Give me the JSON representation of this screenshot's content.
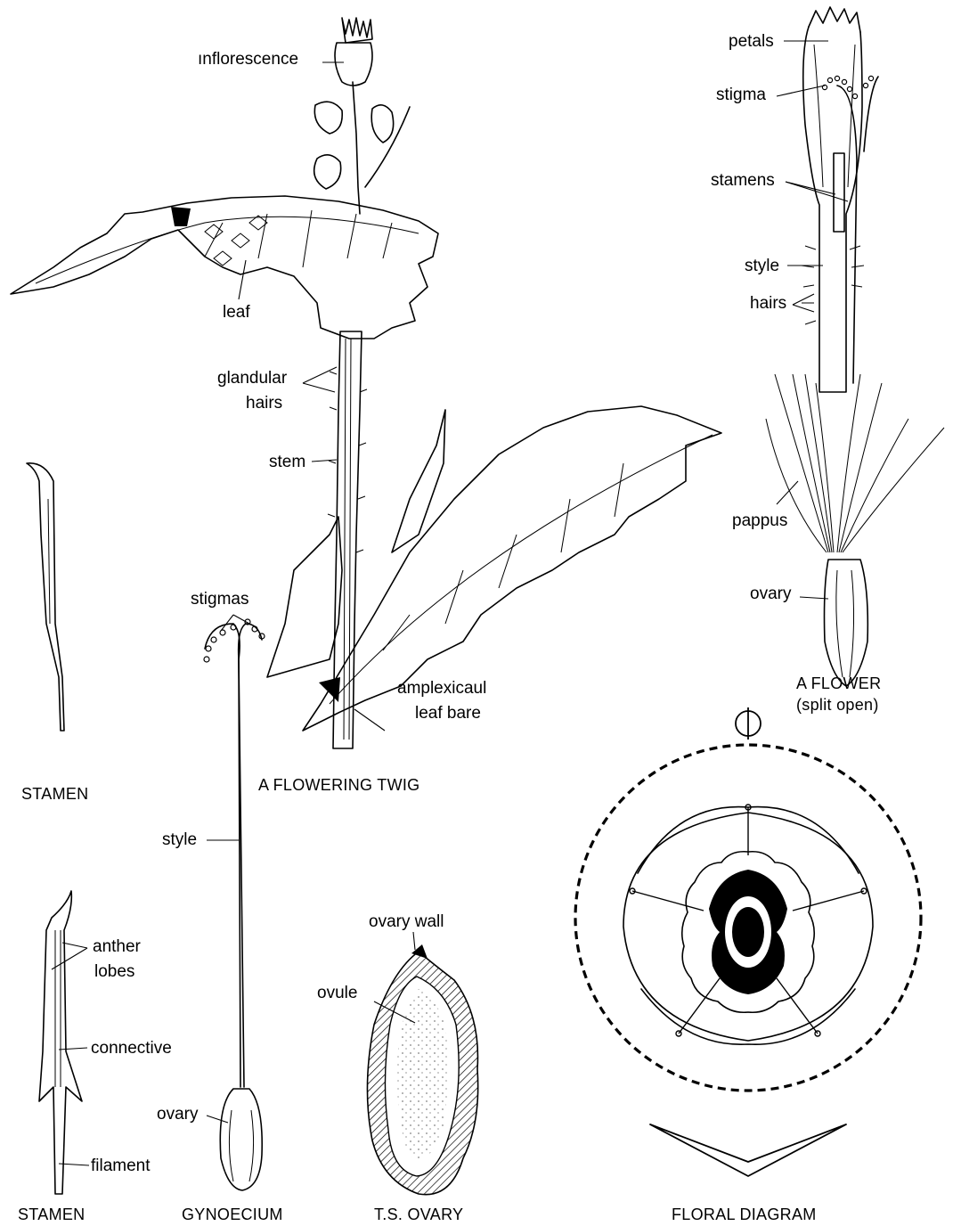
{
  "labels": {
    "inflorescence": "ınflorescence",
    "leaf": "leaf",
    "glandular": "glandular",
    "hairs_twig": "hairs",
    "stem": "stem",
    "amplexicaul": "amplexicaul",
    "leaf_bare": "leaf bare",
    "stigmas": "stigmas",
    "style_gyn": "style",
    "ovary_gyn": "ovary",
    "anther": "anther",
    "lobes": "lobes",
    "connective": "connective",
    "filament": "filament",
    "ovary_wall": "ovary wall",
    "ovule": "ovule",
    "petals": "petals",
    "stigma": "stigma",
    "stamens": "stamens",
    "style_flower": "style",
    "hairs_flower": "hairs",
    "pappus": "pappus",
    "ovary_flower": "ovary"
  },
  "captions": {
    "flowering_twig": "A FLOWERING TWIG",
    "a_flower": "A FLOWER",
    "split_open": "(split open)",
    "stamen_top": "STAMEN",
    "stamen_bottom": "STAMEN",
    "gynoecium": "GYNOECIUM",
    "ts_ovary": "T.S. OVARY",
    "floral_diagram": "FLORAL DIAGRAM"
  },
  "colors": {
    "ink": "#000000",
    "background": "#ffffff"
  }
}
